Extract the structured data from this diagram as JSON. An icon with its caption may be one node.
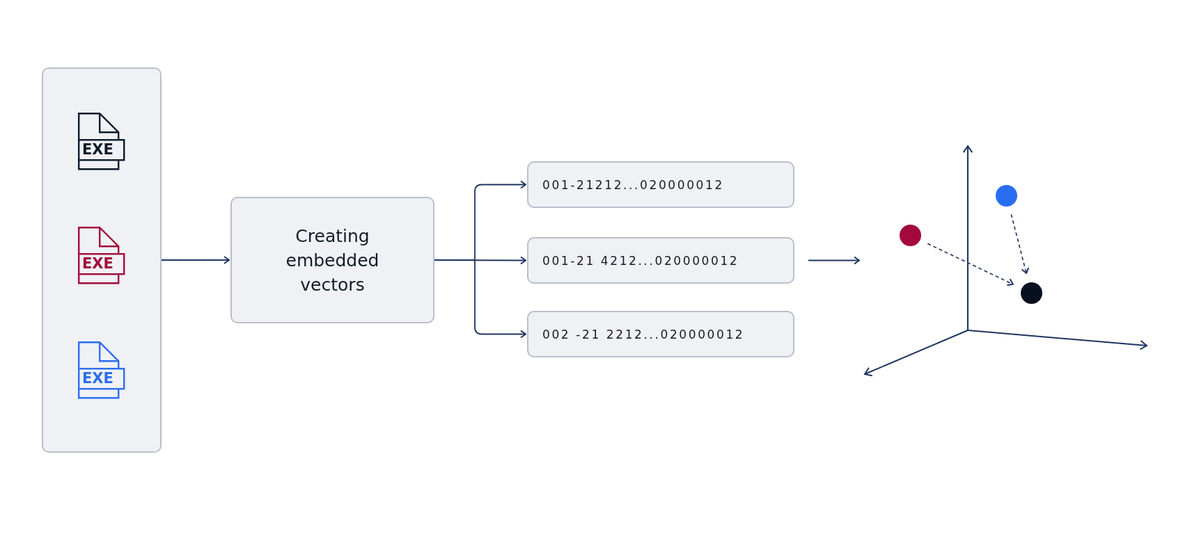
{
  "diagram": {
    "nodes": [
      {
        "text": [],
        "shape": "box"
      },
      {
        "text": [
          "EXE"
        ],
        "in": 0
      },
      {
        "text": [
          "EXE"
        ],
        "in": 0
      },
      {
        "text": [
          "EXE"
        ],
        "in": 0
      },
      {
        "text": [
          "Creating embedded vectors"
        ]
      },
      {
        "text": [
          "001-21212...020000012"
        ]
      },
      {
        "text": [
          "001-21 4212...020000012"
        ]
      },
      {
        "text": [
          "002 -21 2212...020000012"
        ]
      },
      {
        "text": [],
        "shape": "picture"
      },
      {
        "text": [],
        "shape": "circle",
        "in": 8
      },
      {
        "text": [],
        "shape": "circle",
        "in": 8
      },
      {
        "text": [],
        "shape": "circle",
        "in": 8
      }
    ],
    "edges": [
      {
        "from": 0,
        "to": 4,
        "arrow": "to"
      },
      {
        "from": 4,
        "to": 5,
        "arrow": "to"
      },
      {
        "from": 4,
        "to": 6,
        "arrow": "to"
      },
      {
        "from": 4,
        "to": 7,
        "arrow": "to"
      },
      {
        "from": 6,
        "to": 8,
        "arrow": "to"
      },
      {
        "from": 9,
        "to": 11,
        "arrow": "to",
        "style": "dashed"
      },
      {
        "from": 10,
        "to": 11,
        "arrow": "to",
        "style": "dashed"
      }
    ]
  }
}
